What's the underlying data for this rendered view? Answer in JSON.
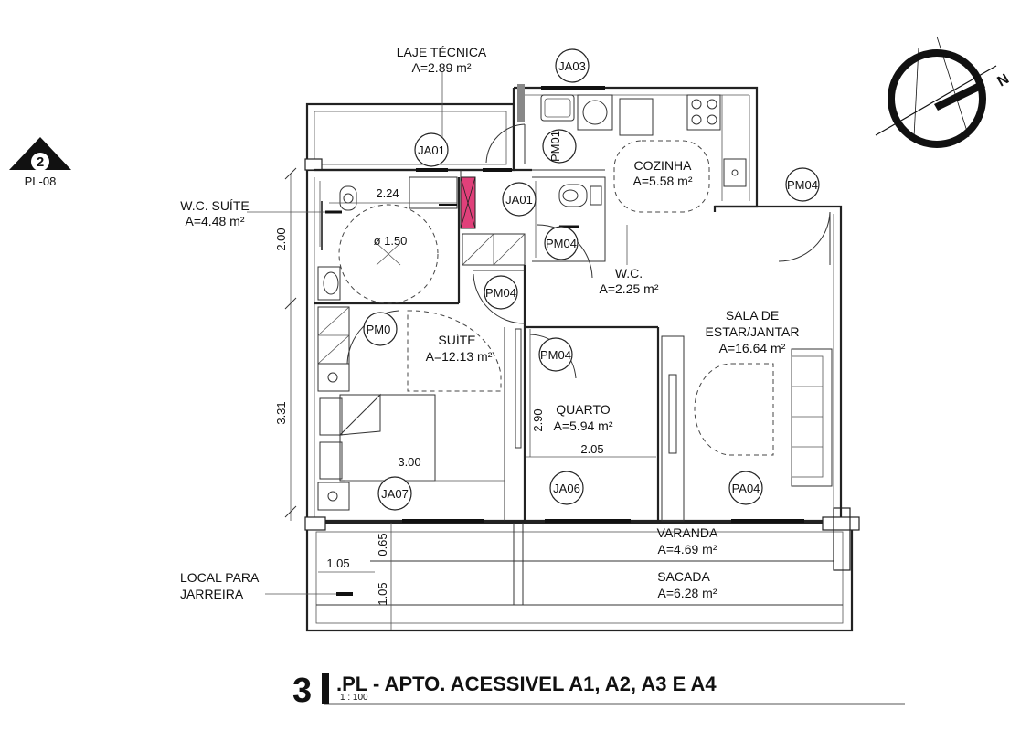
{
  "plan": {
    "title_number": "3",
    "title_text": ".PL - APTO. ACESSIVEL A1, A2, A3 E A4",
    "scale": "1 : 100"
  },
  "section_marker": {
    "number": "2",
    "sheet": "PL-08"
  },
  "north_label": "N",
  "rooms": {
    "laje_tecnica": {
      "name": "LAJE TÉCNICA",
      "area": "A=2.89 m²"
    },
    "cozinha": {
      "name": "COZINHA",
      "area": "A=5.58 m²"
    },
    "wc_suite": {
      "name": "W.C. SUÍTE",
      "area": "A=4.48 m²"
    },
    "wc": {
      "name": "W.C.",
      "area": "A=2.25 m²"
    },
    "sala": {
      "name1": "SALA DE",
      "name2": "ESTAR/JANTAR",
      "area": "A=16.64 m²"
    },
    "suite": {
      "name": "SUÍTE",
      "area": "A=12.13 m²"
    },
    "quarto": {
      "name": "QUARTO",
      "area": "A=5.94 m²"
    },
    "varanda": {
      "name": "VARANDA",
      "area": "A=4.69 m²"
    },
    "sacada": {
      "name": "SACADA",
      "area": "A=6.28 m²"
    },
    "local_jarreira": {
      "line1": "LOCAL PARA",
      "line2": "JARREIRA"
    }
  },
  "tags": {
    "ja03": "JA03",
    "ja01_top": "JA01",
    "ja01_wc": "JA01",
    "pm01": "PM01",
    "pm04_sala": "PM04",
    "pm04_wc": "PM04",
    "pm04_suite_door": "PM04",
    "pm0_suite": "PM0",
    "pm04_quarto": "PM04",
    "ja07": "JA07",
    "ja06": "JA06",
    "pa04": "PA04"
  },
  "dimensions": {
    "d224": "2.24",
    "d150": "ø 1.50",
    "d200": "2.00",
    "d331": "3.31",
    "d300": "3.00",
    "d290": "2.90",
    "d205": "2.05",
    "d065": "0.65",
    "d105a": "1.05",
    "d105b": "1.05"
  }
}
